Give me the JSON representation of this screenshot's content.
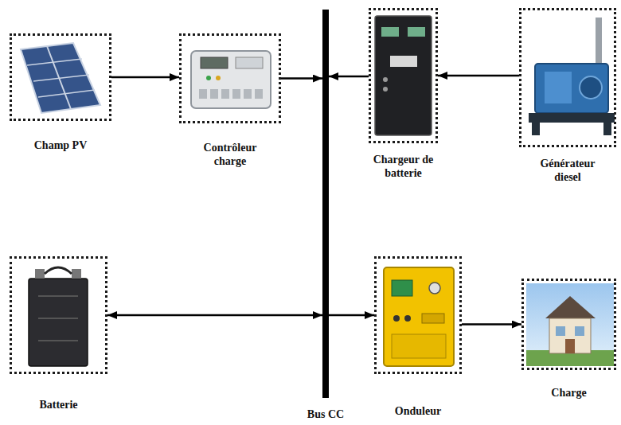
{
  "diagram": {
    "nodes": [
      {
        "text": [
          "Champ PV"
        ]
      },
      {
        "text": [
          "Contrôleur charge"
        ]
      },
      {
        "text": [
          "Bus CC"
        ]
      },
      {
        "text": [
          "Chargeur de batterie"
        ]
      },
      {
        "text": [
          "Générateur diesel"
        ]
      },
      {
        "text": [
          "Batterie"
        ]
      },
      {
        "text": [
          "Onduleur"
        ]
      },
      {
        "text": [
          "Charge"
        ]
      }
    ],
    "edges": [
      {
        "from": 0,
        "to": 1,
        "arrow": "to"
      },
      {
        "from": 1,
        "to": 2,
        "arrow": "to"
      },
      {
        "from": 4,
        "to": 3,
        "arrow": "to"
      },
      {
        "from": 3,
        "to": 2,
        "arrow": "to"
      },
      {
        "from": 5,
        "to": 2,
        "arrow": "both"
      },
      {
        "from": 2,
        "to": 6,
        "arrow": "to"
      },
      {
        "from": 6,
        "to": 7,
        "arrow": "to"
      }
    ]
  }
}
